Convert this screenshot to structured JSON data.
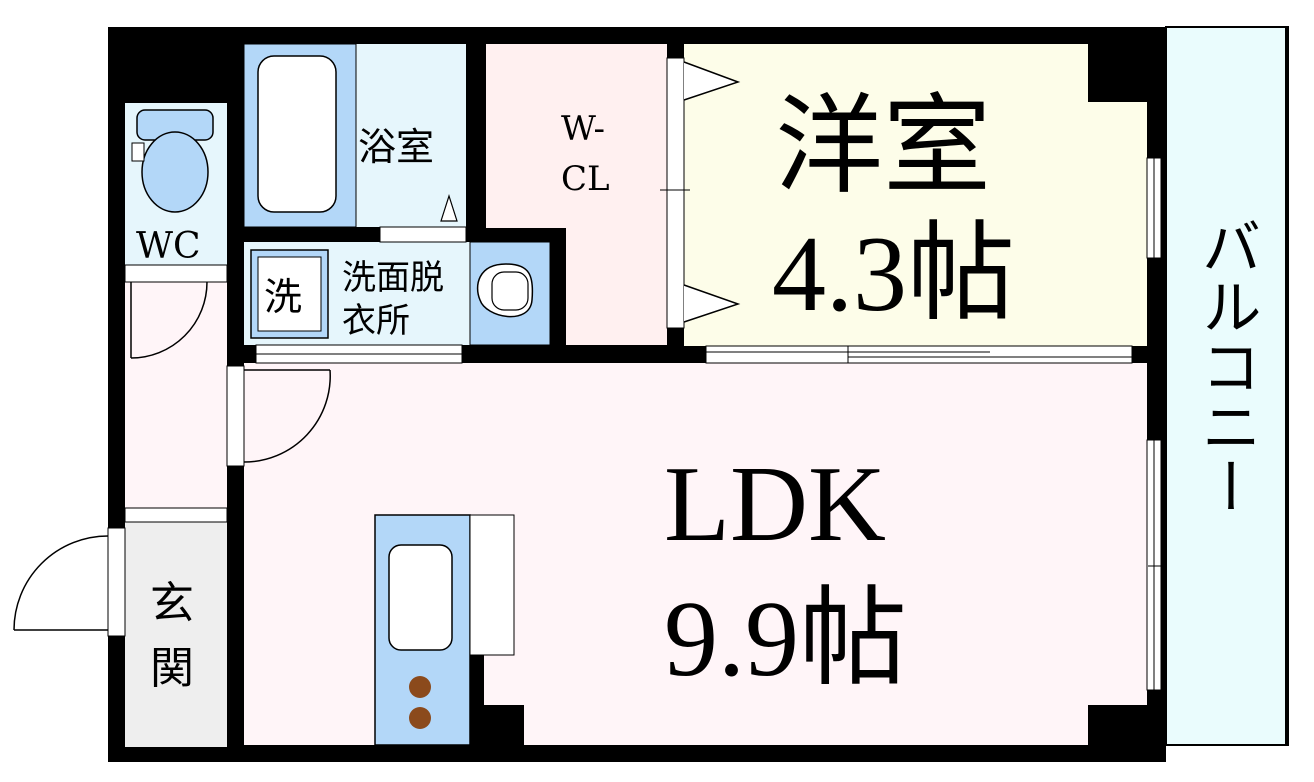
{
  "rooms": {
    "bath": "浴室",
    "wc": "WC",
    "wcl_line1": "W-",
    "wcl_line2": "CL",
    "western_name": "洋室",
    "western_size": "4.3帖",
    "washer": "洗",
    "washroom_line1": "洗面脱",
    "washroom_line2": "衣所",
    "ldk_name": "LDK",
    "ldk_size": "9.9帖",
    "entrance_line1": "玄",
    "entrance_line2": "関",
    "balcony": "バルコニー"
  },
  "colors": {
    "wall": "#000000",
    "western_room": "#fdfde9",
    "ldk": "#fff5f8",
    "walk_in_closet": "#fff0f0",
    "wet_area": "#e6f6fc",
    "fixture": "#b3d7f8",
    "balcony": "#eafcfd",
    "entrance": "#eeeeee",
    "burner": "#8b4a1c"
  }
}
